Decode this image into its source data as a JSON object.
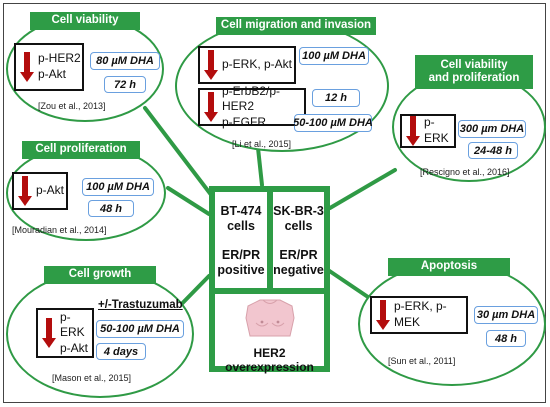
{
  "panels": {
    "viability": {
      "title": "Cell viability",
      "markers": [
        "p-HER2",
        "p-Akt"
      ],
      "conditions": [
        "80 µM DHA",
        "72 h"
      ],
      "ref": "[Zou et al., 2013]"
    },
    "migration": {
      "title": "Cell migration and invasion",
      "marker_group1": "p-ERK, p-Akt",
      "marker_group2": [
        "p-ErbB2/p-HER2",
        "p-EGFR"
      ],
      "conditions": [
        "100 µM DHA",
        "12 h",
        "50-100 µM DHA"
      ],
      "ref": "[Li et al., 2015]"
    },
    "viability_proliferation": {
      "title": [
        "Cell viability",
        "and proliferation"
      ],
      "markers": [
        "p-ERK"
      ],
      "conditions": [
        "300 µm DHA",
        "24-48 h"
      ],
      "ref": "[Rescigno et al., 2016]"
    },
    "proliferation": {
      "title": "Cell proliferation",
      "markers": [
        "p-Akt"
      ],
      "conditions": [
        "100 µM DHA",
        "48 h"
      ],
      "ref": "[Mouradian et al., 2014]"
    },
    "growth": {
      "title": "Cell growth",
      "extra": "+/-Trastuzumab",
      "markers": [
        "p-ERK",
        "p-Akt"
      ],
      "conditions": [
        "50-100 µM DHA",
        "4 days"
      ],
      "ref": "[Mason et al., 2015]"
    },
    "apoptosis": {
      "title": "Apoptosis",
      "markers": [
        "p-ERK, p-MEK"
      ],
      "conditions": [
        "30 µm DHA",
        "48 h"
      ],
      "ref": "[Sun et al., 2011]"
    }
  },
  "center": {
    "bt474": [
      "BT-474",
      "cells"
    ],
    "bt474_status": [
      "ER/PR",
      "positive"
    ],
    "skbr3": [
      "SK-BR-3",
      "cells"
    ],
    "skbr3_status": [
      "ER/PR",
      "negative"
    ],
    "her2": "HER2 overexpression"
  },
  "colors": {
    "green": "#2e9c46",
    "arrow_red": "#b30d0d",
    "condition_border": "#6aa0df"
  }
}
